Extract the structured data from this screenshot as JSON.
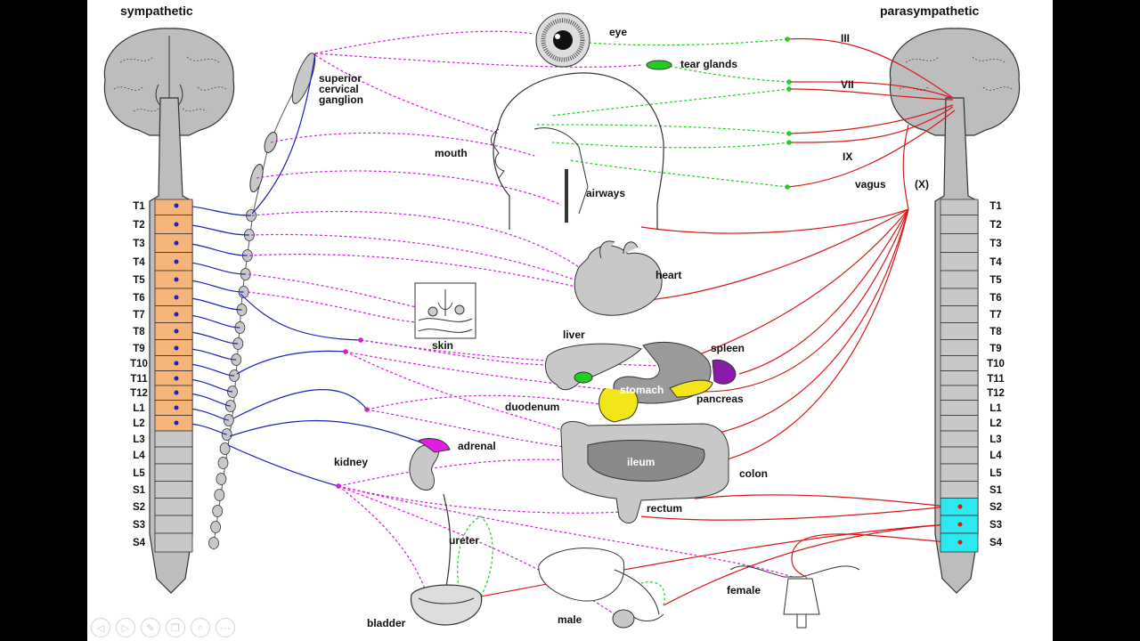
{
  "headers": {
    "left": "sympathetic",
    "right": "parasympathetic"
  },
  "segments": [
    "T1",
    "T2",
    "T3",
    "T4",
    "T5",
    "T6",
    "T7",
    "T8",
    "T9",
    "T10",
    "T11",
    "T12",
    "L1",
    "L2",
    "L3",
    "L4",
    "L5",
    "S1",
    "S2",
    "S3",
    "S4"
  ],
  "organs": {
    "eye": "eye",
    "tear_glands": "tear glands",
    "superior_cervical_ganglion": [
      "superior",
      "cervical",
      "ganglion"
    ],
    "mouth": "mouth",
    "airways": "airways",
    "heart": "heart",
    "skin": "skin",
    "liver": "liver",
    "spleen": "spleen",
    "stomach": "stomach",
    "pancreas": "pancreas",
    "duodenum": "duodenum",
    "adrenal": "adrenal",
    "kidney": "kidney",
    "ileum": "ileum",
    "colon": "colon",
    "rectum": "rectum",
    "ureter": "ureter",
    "bladder": "bladder",
    "male": "male",
    "female": "female"
  },
  "cranial_nerves": {
    "n3": "III",
    "n7": "VII",
    "n9": "IX",
    "vagus": "vagus",
    "vagus_num": "(X)"
  },
  "colors": {
    "sympathetic_pre": "#1a22b8",
    "sympathetic_post": "#d020d8",
    "parasympathetic_pre": "#d81818",
    "parasympathetic_post": "#22cc22",
    "thoracolumbar": "#f5b47a",
    "sacral": "#2ee8f0",
    "tissue": "#c8c8c8"
  },
  "controls": [
    {
      "icon": "previous-icon",
      "glyph": "◁"
    },
    {
      "icon": "next-icon",
      "glyph": "▷"
    },
    {
      "icon": "pen-icon",
      "glyph": "✎"
    },
    {
      "icon": "copy-icon",
      "glyph": "❐"
    },
    {
      "icon": "zoom-icon",
      "glyph": "⌕"
    },
    {
      "icon": "more-icon",
      "glyph": "⋯"
    }
  ]
}
